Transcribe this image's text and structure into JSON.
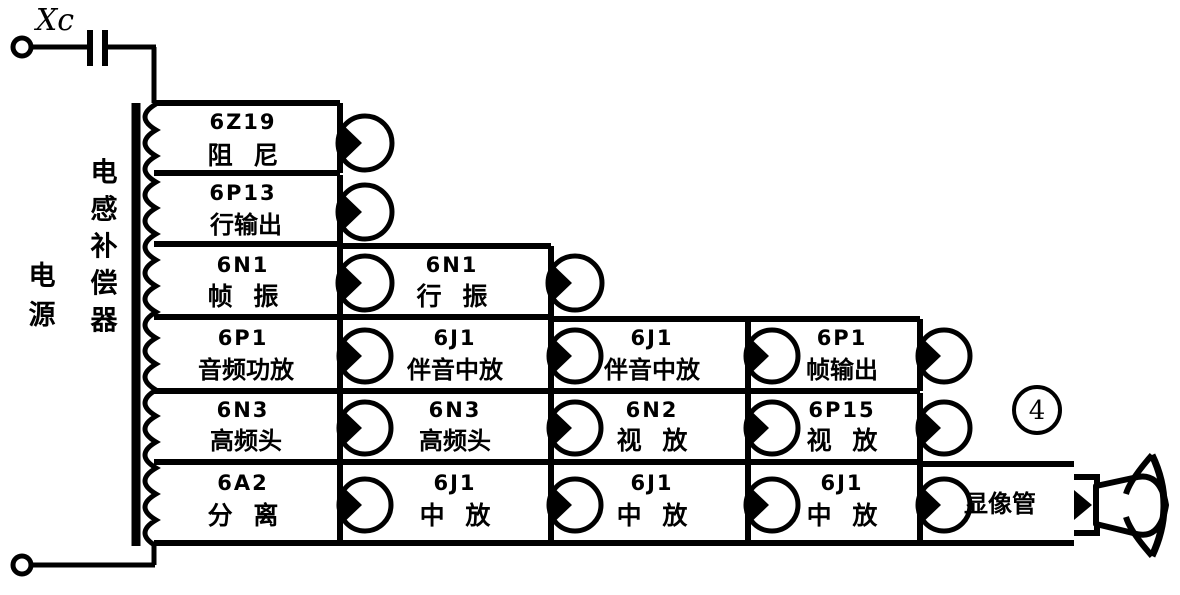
{
  "diagram": {
    "title_marker": "④",
    "source_label": "电源",
    "compensator_label": "电感补偿器",
    "reactance_label": "Xc",
    "crt_label": "显像管",
    "ink_color": "#000000",
    "background_color": "#ffffff",
    "rows": [
      {
        "row_id": "row-1",
        "cells": [
          {
            "code": "6Z19",
            "name": "阻 尼",
            "spacing": "wide"
          }
        ]
      },
      {
        "row_id": "row-2",
        "cells": [
          {
            "code": "6P13",
            "name": "行输出",
            "spacing": "normal"
          }
        ]
      },
      {
        "row_id": "row-3",
        "cells": [
          {
            "code": "6N1",
            "name": "帧 振",
            "spacing": "wide"
          },
          {
            "code": "6N1",
            "name": "行 振",
            "spacing": "wide"
          }
        ]
      },
      {
        "row_id": "row-4",
        "cells": [
          {
            "code": "6P1",
            "name": "音频功放",
            "spacing": "narrow"
          },
          {
            "code": "6J1",
            "name": "伴音中放",
            "spacing": "narrow"
          },
          {
            "code": "6J1",
            "name": "伴音中放",
            "spacing": "narrow"
          },
          {
            "code": "6P1",
            "name": "帧输出",
            "spacing": "normal"
          }
        ]
      },
      {
        "row_id": "row-5",
        "cells": [
          {
            "code": "6N3",
            "name": "高频头",
            "spacing": "normal"
          },
          {
            "code": "6N3",
            "name": "高频头",
            "spacing": "normal"
          },
          {
            "code": "6N2",
            "name": "视 放",
            "spacing": "wide"
          },
          {
            "code": "6P15",
            "name": "视 放",
            "spacing": "wide"
          }
        ]
      },
      {
        "row_id": "row-6",
        "cells": [
          {
            "code": "6A2",
            "name": "分 离",
            "spacing": "wide"
          },
          {
            "code": "6J1",
            "name": "中 放",
            "spacing": "wide"
          },
          {
            "code": "6J1",
            "name": "中 放",
            "spacing": "wide"
          },
          {
            "code": "6J1",
            "name": "中 放",
            "spacing": "wide"
          }
        ]
      }
    ]
  }
}
